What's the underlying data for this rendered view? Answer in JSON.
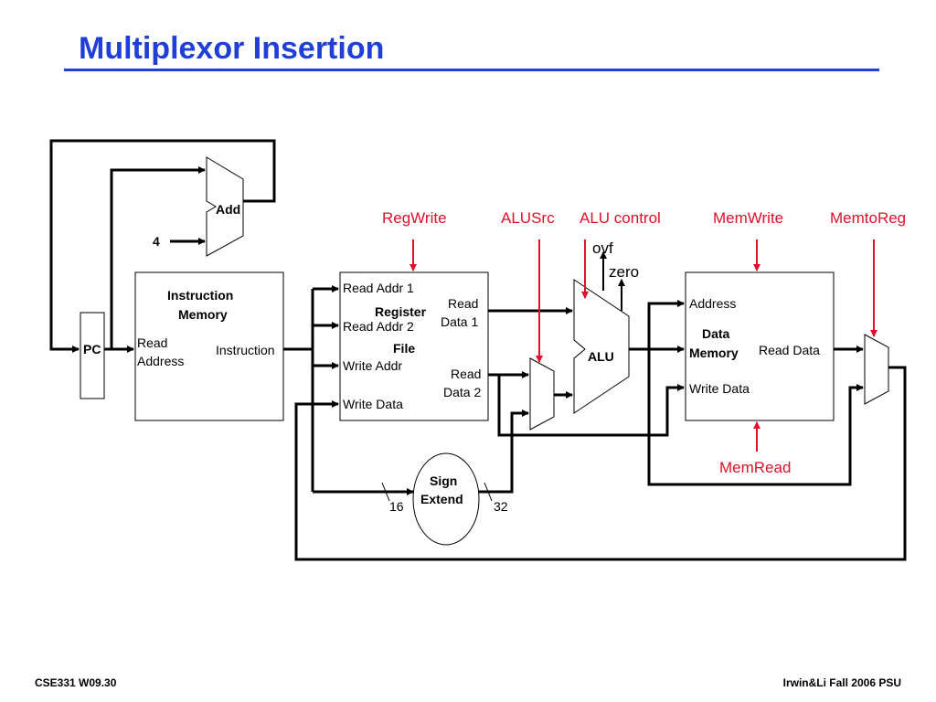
{
  "title": "Multiplexor Insertion",
  "footer": {
    "left": "CSE331  W09.30",
    "right": "Irwin&Li Fall 2006 PSU"
  },
  "colors": {
    "title": "#1f3fd8",
    "control": "#e0102b",
    "wire": "#000000"
  },
  "components": {
    "add": "Add",
    "const4": "4",
    "pc": "PC",
    "imem_title_1": "Instruction",
    "imem_title_2": "Memory",
    "imem_read_1": "Read",
    "imem_read_2": "Address",
    "imem_instr": "Instruction",
    "rf_read_addr1": "Read Addr 1",
    "rf_title_1": "Register",
    "rf_read_addr2": "Read Addr 2",
    "rf_title_2": "File",
    "rf_write_addr": "Write Addr",
    "rf_write_data": "Write Data",
    "rf_rd1_1": "Read",
    "rf_rd1_2": "Data 1",
    "rf_rd2_1": "Read",
    "rf_rd2_2": "Data 2",
    "alu": "ALU",
    "ovf": "ovf",
    "zero": "zero",
    "dmem_address": "Address",
    "dmem_title_1": "Data",
    "dmem_title_2": "Memory",
    "dmem_read_data": "Read Data",
    "dmem_write_data": "Write Data",
    "sign_1": "Sign",
    "sign_2": "Extend",
    "bits16": "16",
    "bits32": "32"
  },
  "control_signals": {
    "regwrite": "RegWrite",
    "alusrc": "ALUSrc",
    "alucontrol": "ALU control",
    "memwrite": "MemWrite",
    "memtoreg": "MemtoReg",
    "memread": "MemRead"
  }
}
